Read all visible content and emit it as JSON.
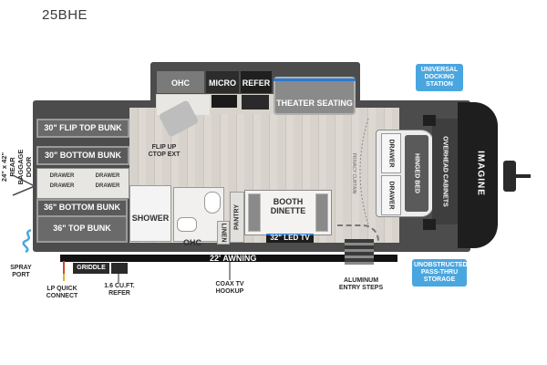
{
  "model": "25BHE",
  "rooms": {
    "bunks": {
      "flip_top": "30\" FLIP TOP BUNK",
      "bottom_30": "30\" BOTTOM BUNK",
      "bottom_36": "36\" BOTTOM BUNK",
      "top_36": "36\" TOP BUNK",
      "drawers": [
        "DRAWER",
        "DRAWER",
        "DRAWER",
        "DRAWER"
      ]
    },
    "kitchen": {
      "ohc": "OHC",
      "micro": "MICRO",
      "refer": "REFER",
      "flip_up": "FLIP UP\nCTOP EXT"
    },
    "living": {
      "theater_seating": "THEATER SEATING",
      "booth_dinette": "BOOTH\nDINETTE",
      "led_tv": "32\" LED TV"
    },
    "bath": {
      "shower": "SHOWER",
      "ohc": "OHC",
      "linen": "LINEN",
      "pantry": "PANTRY"
    },
    "bedroom": {
      "bed": "HINGED BED",
      "overhead": "OVERHEAD CABINETS",
      "drawer_top": "DRAWER",
      "drawer_bottom": "DRAWER",
      "privacy_curtain": "PRIVACY CURTAIN",
      "brand": "IMAGINE"
    }
  },
  "exterior": {
    "rear_baggage_door": "24\" x 42\"\nREAR BAGGAGE DOOR",
    "awning": "22' AWNING",
    "griddle": "GRIDDLE",
    "spray_port": "SPRAY\nPORT",
    "lp_quick_connect": "LP QUICK\nCONNECT",
    "refer_outdoor": "1.6 CU.FT.\nREFER",
    "coax": "COAX TV\nHOOKUP",
    "entry_steps": "ALUMINUM\nENTRY STEPS"
  },
  "badges": {
    "docking": "UNIVERSAL\nDOCKING\nSTATION",
    "pass_thru": "UNOBSTRUCTED\nPASS-THRU\nSTORAGE"
  },
  "colors": {
    "badge": "#4aa6df",
    "body": "#4c4c4c",
    "accent_led": "#2b7bd0"
  }
}
